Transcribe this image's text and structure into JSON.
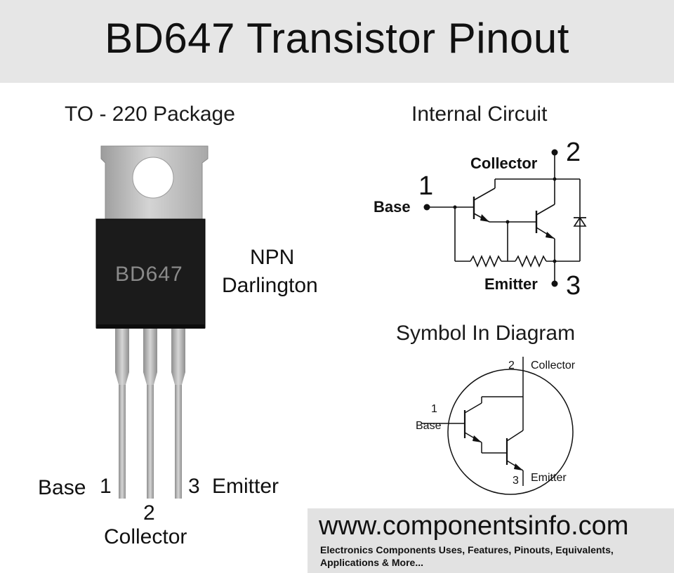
{
  "title": "BD647 Transistor Pinout",
  "package": {
    "heading": "TO - 220 Package",
    "marking": "BD647",
    "type_line1": "NPN",
    "type_line2": "Darlington",
    "pins": {
      "base_label": "Base",
      "base_num": "1",
      "collector_num": "2",
      "collector_label": "Collector",
      "emitter_num": "3",
      "emitter_label": "Emitter"
    }
  },
  "internal_circuit": {
    "heading": "Internal Circuit",
    "pin1_num": "1",
    "pin1_label": "Base",
    "pin2_num": "2",
    "pin2_label": "Collector",
    "pin3_num": "3",
    "pin3_label": "Emitter"
  },
  "symbol": {
    "heading": "Symbol In Diagram",
    "pin1_num": "1",
    "pin1_label": "Base",
    "pin2_num": "2",
    "pin2_label": "Collector",
    "pin3_num": "3",
    "pin3_label": "Emitter"
  },
  "footer": {
    "url": "www.componentsinfo.com",
    "tagline": "Electronics Components Uses, Features, Pinouts, Equivalents, Applications & More..."
  }
}
